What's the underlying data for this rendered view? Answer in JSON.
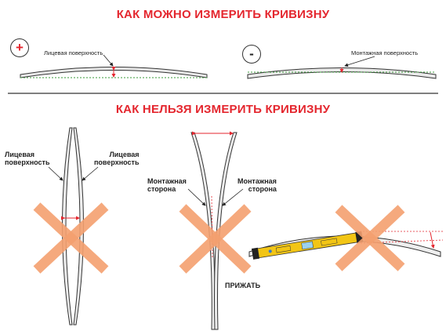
{
  "headings": {
    "can": "КАК МОЖНО ИЗМЕРИТЬ КРИВИЗНУ",
    "cannot": "КАК НЕЛЬЗЯ ИЗМЕРИТЬ КРИВИЗНУ"
  },
  "top": {
    "plus_sign": "+",
    "minus_sign": "-",
    "face_surface_label": "Лицевая поверхность",
    "mount_surface_label": "Монтажная поверхность"
  },
  "bottom": {
    "left_face_1": "Лицевая\nповерхность",
    "left_face_2": "Лицевая\nповерхность",
    "mount_side_1": "Монтажная\nсторона",
    "mount_side_2": "Монтажная\nсторона",
    "press_label": "ПРИЖАТЬ"
  },
  "colors": {
    "heading_red": "#e4262e",
    "cross_orange": "#f4a06f",
    "level_yellow": "#f2c515",
    "guide_green": "#3a9a3a"
  }
}
